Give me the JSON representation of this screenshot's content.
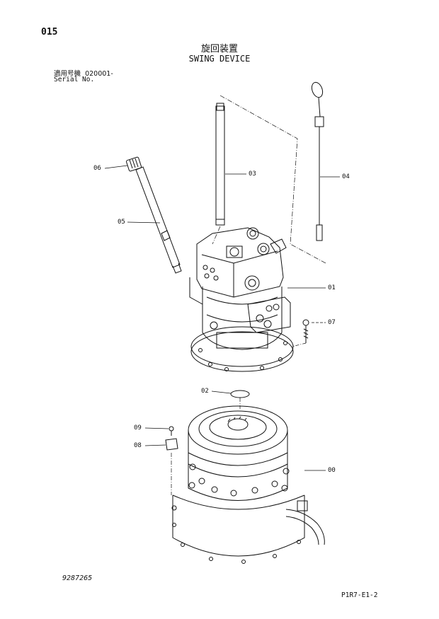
{
  "header": {
    "page_number": "015",
    "title_jp": "旋回装置",
    "title_en": "SWING DEVICE",
    "serial_label_jp": "適用号機",
    "serial_value": "020001-",
    "serial_label_en": "Serial No."
  },
  "parts": {
    "p00": "00",
    "p01": "01",
    "p02": "02",
    "p03": "03",
    "p04": "04",
    "p05": "05",
    "p06": "06",
    "p07": "07",
    "p08": "08",
    "p09": "09"
  },
  "footer": {
    "doc_number": "9287265",
    "page_code": "P1R7-E1-2"
  }
}
